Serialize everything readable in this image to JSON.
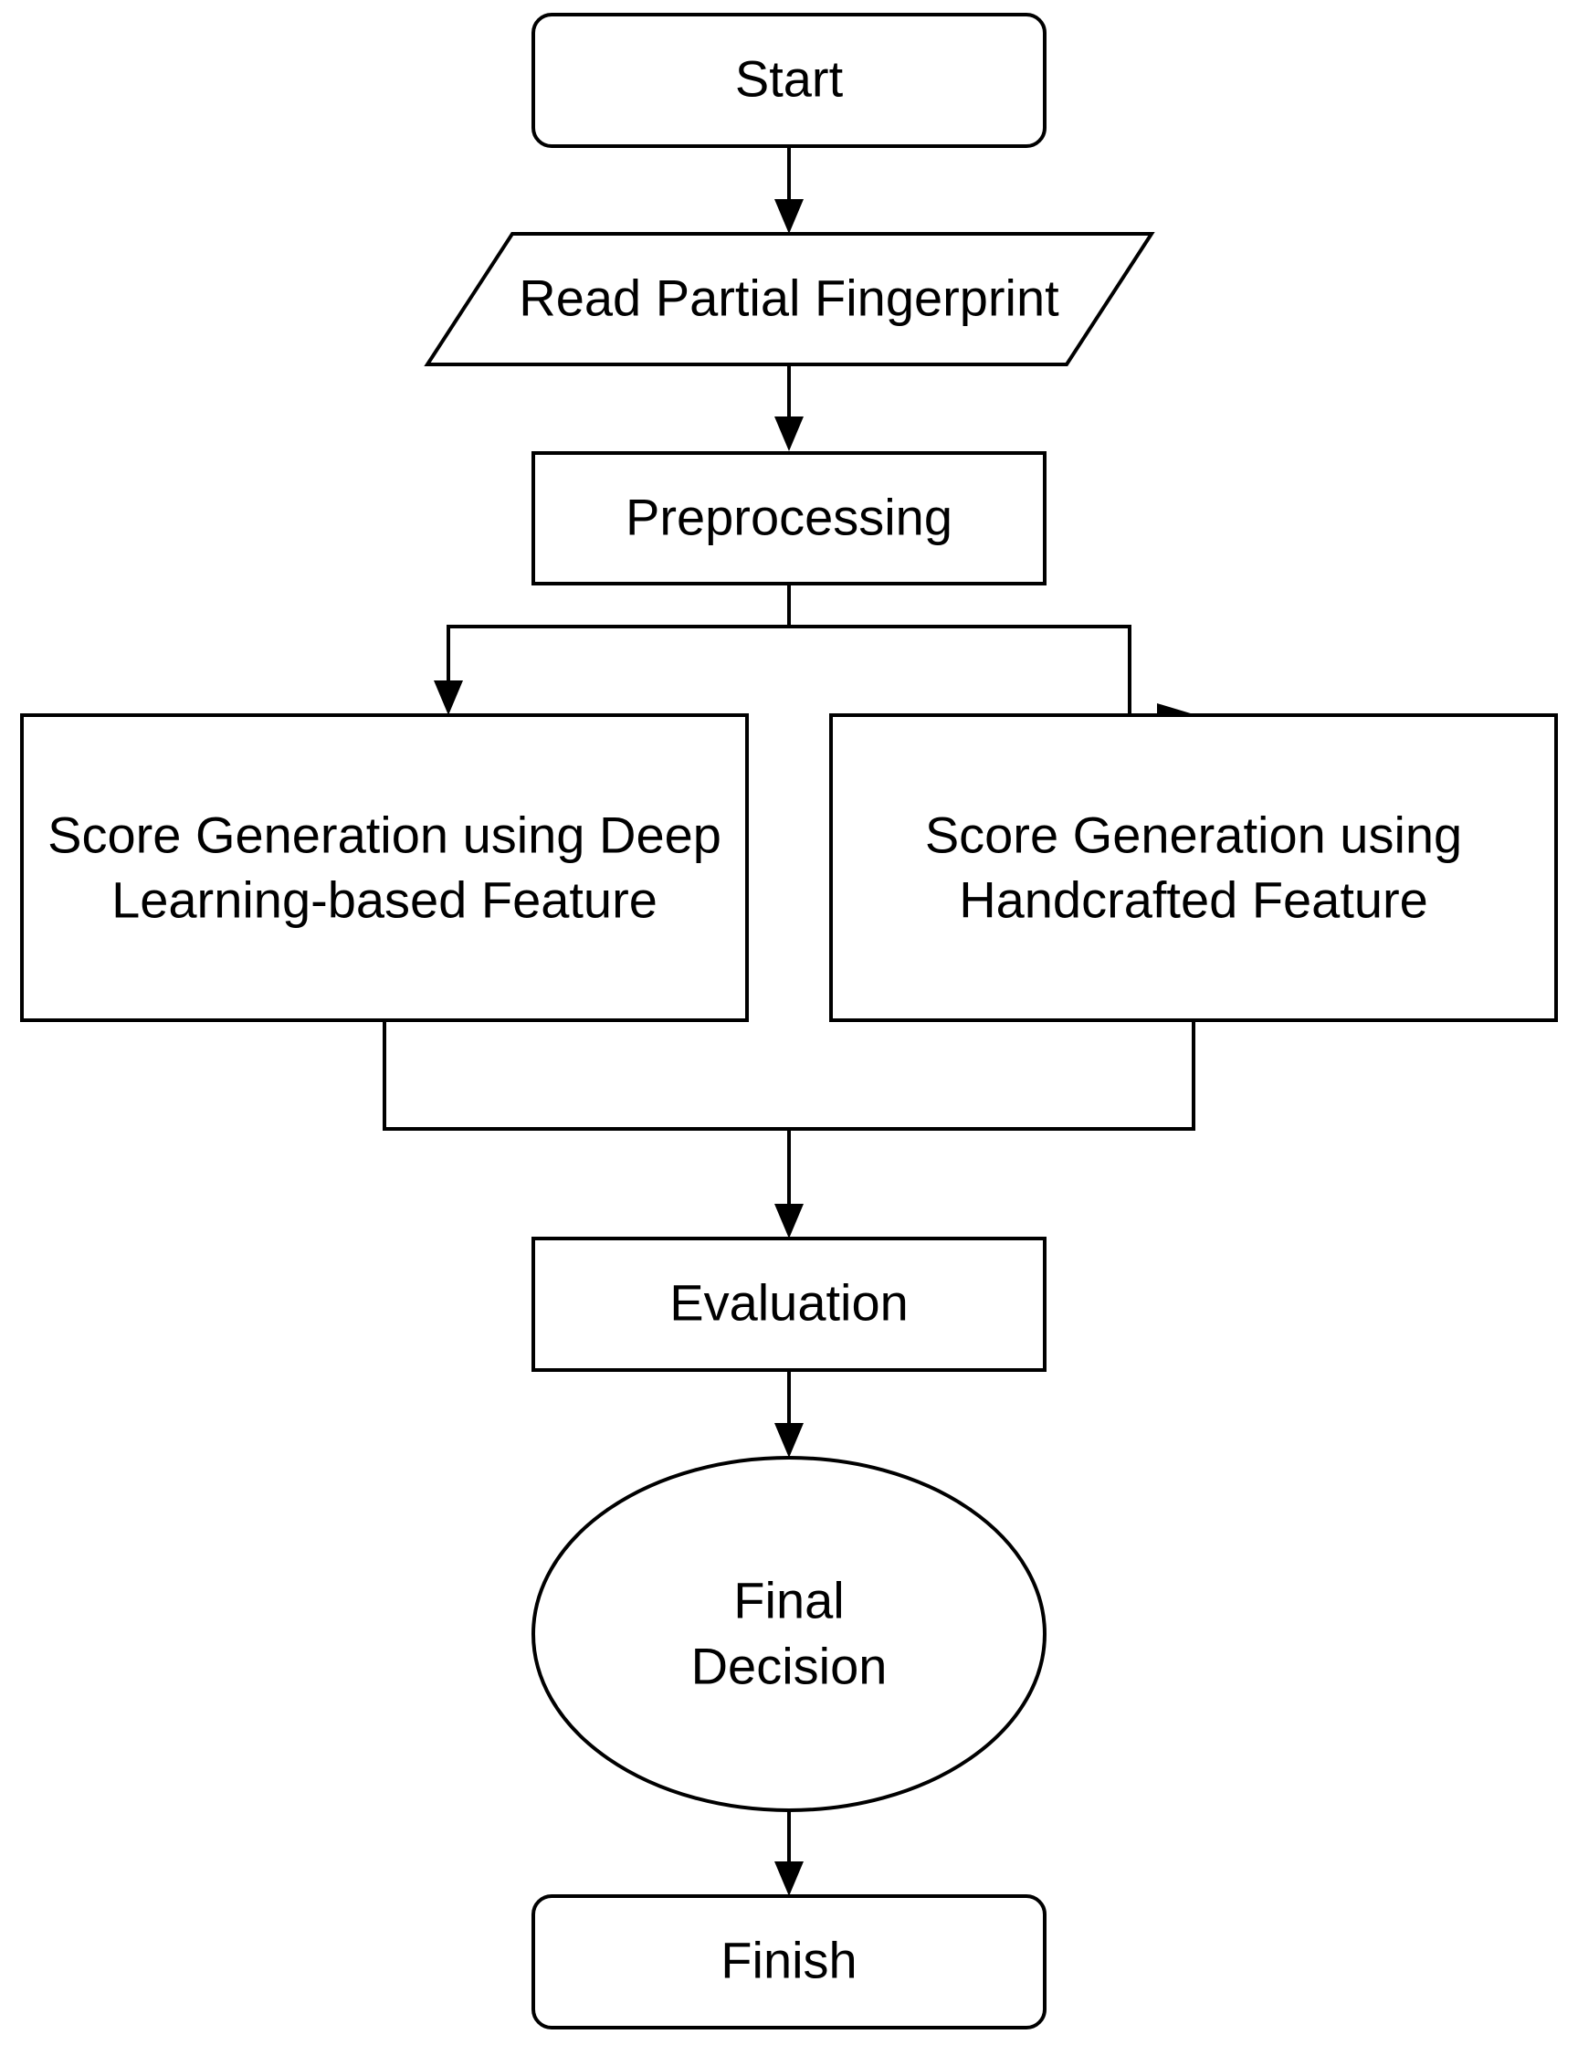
{
  "diagram": {
    "nodes": {
      "start": {
        "label": "Start",
        "shape": "rounded-rectangle"
      },
      "read": {
        "label": "Read Partial Fingerprint",
        "shape": "parallelogram"
      },
      "preprocessing": {
        "label": "Preprocessing",
        "shape": "rectangle"
      },
      "deep": {
        "lines": [
          "Score Generation using Deep",
          "Learning-based Feature"
        ],
        "shape": "rectangle"
      },
      "handcrafted": {
        "lines": [
          "Score Generation using",
          "Handcrafted Feature"
        ],
        "shape": "rectangle"
      },
      "evaluation": {
        "label": "Evaluation",
        "shape": "rectangle"
      },
      "decision": {
        "lines": [
          "Final",
          "Decision"
        ],
        "shape": "ellipse"
      },
      "finish": {
        "label": "Finish",
        "shape": "rounded-rectangle"
      }
    },
    "edges": [
      {
        "from": "start",
        "to": "read"
      },
      {
        "from": "read",
        "to": "preprocessing"
      },
      {
        "from": "preprocessing",
        "to": "deep"
      },
      {
        "from": "preprocessing",
        "to": "handcrafted"
      },
      {
        "from": "deep",
        "to": "evaluation"
      },
      {
        "from": "handcrafted",
        "to": "evaluation"
      },
      {
        "from": "evaluation",
        "to": "decision"
      },
      {
        "from": "decision",
        "to": "finish"
      }
    ],
    "colors": {
      "stroke": "#000000",
      "fill": "#ffffff",
      "text": "#000000"
    }
  }
}
